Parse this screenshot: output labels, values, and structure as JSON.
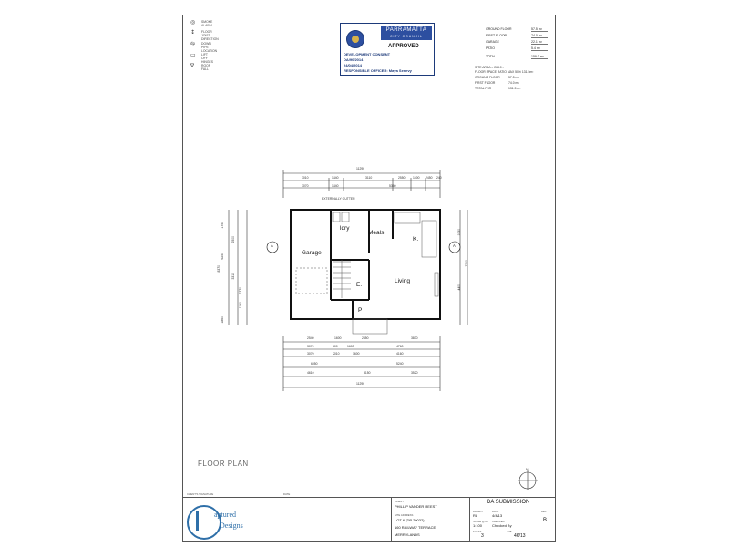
{
  "legend": [
    {
      "symbol": "smoke-alarm-icon",
      "glyph": "◎",
      "text": "SMOKE ALARM"
    },
    {
      "symbol": "floor-joist-icon",
      "glyph": "↕",
      "text": "FLOOR JOIST DIRECTION"
    },
    {
      "symbol": "down-pipe-icon",
      "glyph": "dp",
      "text": "DOWN PIPE LOCATION"
    },
    {
      "symbol": "lift-off-hinges-icon",
      "glyph": "▭",
      "text": "LIFT OFF HINGES"
    },
    {
      "symbol": "roof-icon",
      "glyph": "∇",
      "text": "ROOF FALL"
    }
  ],
  "stamp": {
    "council_name": "PARRAMATTA",
    "council_sub": "CITY COUNCIL",
    "status": "APPROVED",
    "consent": "DEVELOPMENT CONSENT",
    "ref": "DA/90/2014",
    "date": "24/04/2014",
    "officer": "RESPONSIBLE OFFICER: Maya Senevy",
    "colors": {
      "brand": "#2d4fa0",
      "accent": "#d7b24a"
    }
  },
  "areas": {
    "rows": [
      {
        "label": "GROUND FLOOR",
        "value": "57.5 m²"
      },
      {
        "label": "FIRST FLOOR",
        "value": "74.0 m²"
      },
      {
        "label": "GARAGE",
        "value": "22.1 m²"
      },
      {
        "label": "PATIO",
        "value": "5.4 m²"
      },
      {
        "label": "TOTAL",
        "value": "159.0 m²"
      }
    ],
    "fsr_heading": "SITE AREA = 263.0 ²",
    "fsr_sub": "FLOOR SPACE RATIO MAX 50% 131.5m²",
    "fsr_rows": [
      {
        "label": "GROUND FLOOR",
        "value": "57.5 m²"
      },
      {
        "label": "FIRST FLOOR",
        "value": "74.0 m²"
      },
      {
        "label": "TOTAL FSR",
        "value": "131.5 m²"
      }
    ]
  },
  "plan": {
    "overall_top": "11290",
    "top_row1": [
      "3010",
      "1440",
      "3110",
      "2550",
      "1400",
      "2450",
      "240"
    ],
    "top_row2": [
      "3070",
      "1440",
      "5360"
    ],
    "top_row3": [
      "3070",
      "1440",
      "5920"
    ],
    "external_gutter": "EXTERNALLY GUTTER",
    "rooms": {
      "garage": "Garage",
      "laundry": "ldry",
      "meals": "Meals",
      "kitchen": "K.",
      "living": "Living",
      "entry": "E.",
      "porch": "P"
    },
    "section_mark": "A",
    "left_dims": [
      "1750",
      "2500",
      "6250",
      "3310",
      "2770",
      "1160",
      "8370",
      "1860"
    ],
    "right_dims": [
      "1080",
      "4400",
      "1720",
      "1000",
      "1360",
      "7110"
    ],
    "bottom_row1": [
      "2540",
      "1600",
      "2450",
      "3830"
    ],
    "bottom_row2": [
      "3070",
      "600",
      "1600",
      "4760"
    ],
    "bottom_row3": [
      "3070",
      "2010",
      "1600",
      "4160"
    ],
    "bottom_row4": [
      "6050",
      "5240"
    ],
    "bottom_row5": [
      "4610",
      "3150",
      "3520"
    ],
    "overall_bottom": "11290"
  },
  "floor_title": "FLOOR PLAN",
  "north_points": "N",
  "titleblock": {
    "client_sig_label": "CLIENT'S SIGNATURE",
    "date_label": "DATE",
    "logo_word1": "aptured",
    "logo_word2": "Designs",
    "client_label": "CLIENT",
    "client": "PHILLIP VANDER REEST",
    "site_label": "SITE ADDRESS",
    "site1": "LOT 6 (DP 20032)",
    "site2": "160 RAILWAY TERRACE",
    "site3": "MERRYLANDS",
    "da_title": "DA SUBMISSION",
    "drawn_label": "DRAWN",
    "drawn": "RL",
    "date_lbl": "DATE",
    "date_val": "4/4/13",
    "checked_label": "CHECKED",
    "checked": "Checked By",
    "rev_label": "REV",
    "rev": "B",
    "scale_label": "SCALE @ A3",
    "scale": "1:100",
    "sheet_label": "SHEET",
    "sheet": "3",
    "job_label": "JOB",
    "job": "46/13"
  }
}
